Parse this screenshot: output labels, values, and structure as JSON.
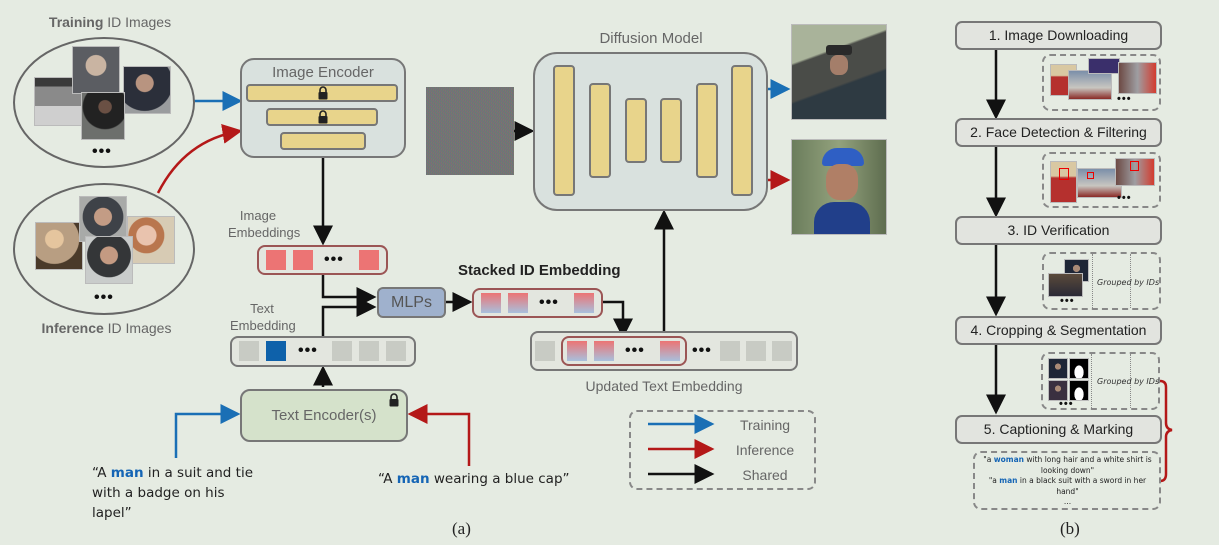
{
  "left_panel": {
    "training_title": {
      "bold": "Training",
      "rest": " ID Images"
    },
    "inference_title": {
      "bold": "Inference",
      "rest": " ID Images"
    },
    "ellipsis": "•••",
    "image_encoder": {
      "title": "Image Encoder",
      "layers": [
        {
          "locked": true
        },
        {
          "locked": true
        },
        {
          "locked": false
        }
      ]
    },
    "noise_image": "noise",
    "diffusion_model": {
      "title": "Diffusion Model",
      "blocks": 6
    },
    "image_embeddings_label": "Image\nEmbeddings",
    "image_embeddings_line1": "Image",
    "image_embeddings_line2": "Embeddings",
    "text_embedding_line1": "Text",
    "text_embedding_line2": "Embedding",
    "mlps_label": "MLPs",
    "stacked_label": "Stacked ID Embedding",
    "updated_label": "Updated Text Embedding",
    "text_encoder_label": "Text Encoder(s)",
    "prompt_training": {
      "pre": "“A ",
      "kw": "man",
      "post1": " in a suit and tie",
      "line2": "with a badge on his lapel”"
    },
    "prompt_inference": {
      "pre": "“A ",
      "kw": "man",
      "post": " wearing a blue cap”"
    },
    "legend": [
      {
        "label": "Training",
        "color": "#1a6fb5"
      },
      {
        "label": "Inference",
        "color": "#b41818"
      },
      {
        "label": "Shared",
        "color": "#111111"
      }
    ],
    "caption": "(a)"
  },
  "right_panel": {
    "steps": [
      "1. Image Downloading",
      "2. Face Detection & Filtering",
      "3. ID Verification",
      "4. Cropping & Segmentation",
      "5. Captioning & Marking"
    ],
    "grouped_label": "Grouped by IDs",
    "ellipsis": "•••",
    "captions": [
      {
        "pre": "\"a ",
        "kw": "woman",
        "post": " with long hair and a white shirt is looking down\""
      },
      {
        "pre": "\"a ",
        "kw": "man",
        "post": " in a black suit with a sword in her hand\""
      }
    ],
    "captions_more": "...",
    "caption": "(b)"
  },
  "colors": {
    "background": "#e5ebe2",
    "training": "#1a6fb5",
    "inference": "#b41818",
    "shared": "#111111",
    "encoder_layer": "#e8d48b",
    "image_embedding": "#ec7474",
    "text_token_highlight": "#0e61aa",
    "keyword": "#1565b5"
  }
}
